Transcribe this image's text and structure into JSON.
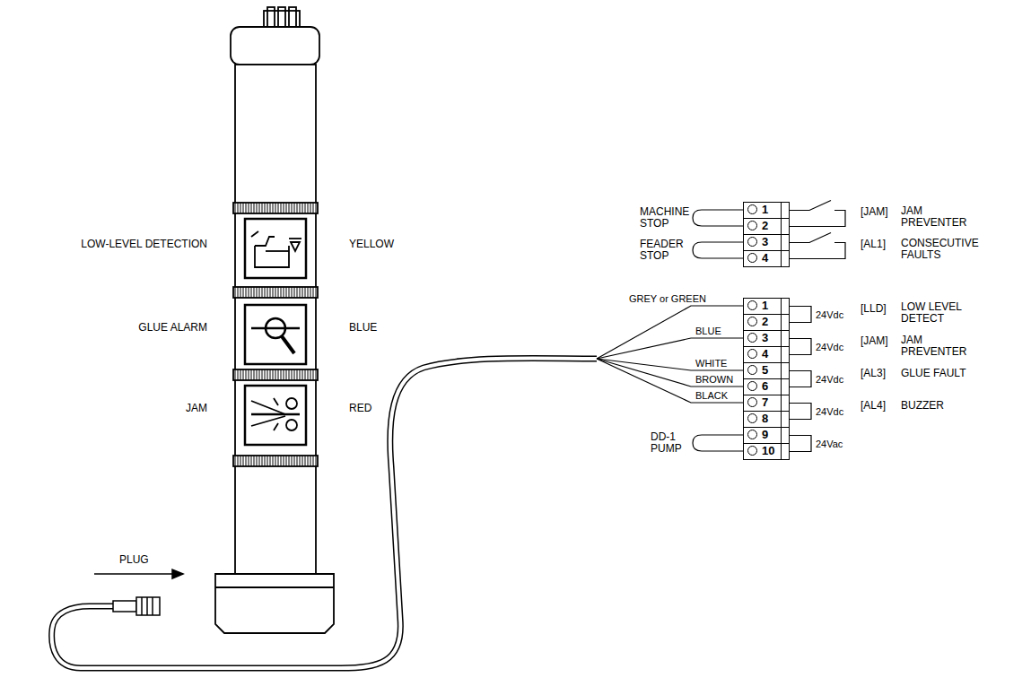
{
  "diagram": {
    "nodes": [
      {
        "text": [
          "1"
        ]
      },
      {
        "text": [
          "2"
        ]
      },
      {
        "text": [
          "3"
        ]
      },
      {
        "text": [
          "4"
        ]
      },
      {
        "text": [
          "1"
        ]
      },
      {
        "text": [
          "2"
        ]
      },
      {
        "text": [
          "3"
        ]
      },
      {
        "text": [
          "4"
        ]
      },
      {
        "text": [
          "5"
        ]
      },
      {
        "text": [
          "6"
        ]
      },
      {
        "text": [
          "7"
        ]
      },
      {
        "text": [
          "8"
        ]
      },
      {
        "text": [
          "9"
        ]
      },
      {
        "text": [
          "10"
        ]
      }
    ],
    "edges": [
      {
        "from": 0,
        "to": 1,
        "arrow": "none"
      },
      {
        "from": 2,
        "to": 3,
        "arrow": "none"
      },
      {
        "from": 4,
        "to": 5,
        "arrow": "none",
        "label": "24Vdc"
      },
      {
        "from": 6,
        "to": 7,
        "arrow": "none",
        "label": "24Vdc"
      },
      {
        "from": 8,
        "to": 9,
        "arrow": "none",
        "label": "24Vdc"
      },
      {
        "from": 10,
        "to": 11,
        "arrow": "none",
        "label": "24Vdc"
      },
      {
        "from": 12,
        "to": 13,
        "arrow": "none",
        "label": "24Vac"
      }
    ],
    "labels": [
      "LOW-LEVEL DETECTION",
      "YELLOW",
      "GLUE ALARM",
      "BLUE",
      "JAM",
      "RED",
      "PLUG",
      "GREY or GREEN",
      "BLUE",
      "WHITE",
      "BROWN",
      "BLACK",
      "MACHINE STOP",
      "FEADER STOP",
      "DD-1 PUMP",
      "[JAM]",
      "JAM PREVENTER",
      "[AL1]",
      "CONSECUTIVE FAULTS",
      "[LLD]",
      "LOW LEVEL DETECT",
      "[JAM]",
      "JAM PREVENTER",
      "[AL3]",
      "GLUE FAULT",
      "[AL4]",
      "BUZZER"
    ]
  }
}
